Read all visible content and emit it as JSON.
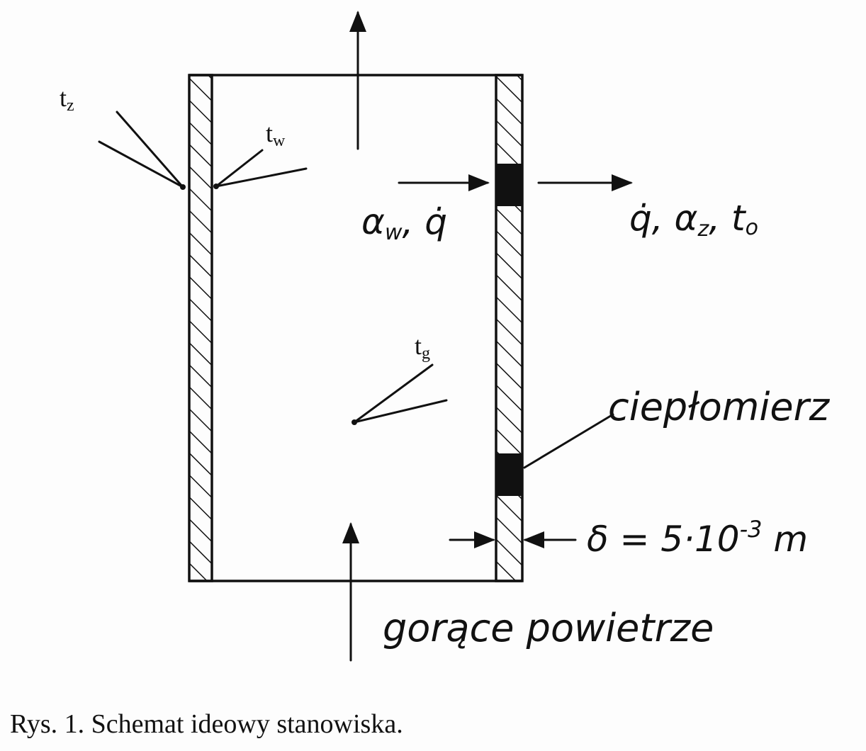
{
  "labels": {
    "t_z": {
      "base": "t",
      "sub": "z"
    },
    "t_w": {
      "base": "t",
      "sub": "w"
    },
    "t_g": {
      "base": "t",
      "sub": "g"
    },
    "alpha_w_q": "α",
    "alpha_w_q_sub": "w",
    "alpha_w_q_rest": ", q̇",
    "q_alpha_z_t0": "q̇, α",
    "q_alpha_z_sub": "z",
    "q_alpha_z_rest": ", t",
    "q_alpha_z_t0_sub": "o",
    "heat_flux_meter": "ciepłomierz",
    "delta_lhs": "δ = 5·10",
    "delta_exp": "-3",
    "delta_unit": " m",
    "hot_air": "gorące powietrze"
  },
  "caption": "Rys. 1. Schemat ideowy stanowiska."
}
